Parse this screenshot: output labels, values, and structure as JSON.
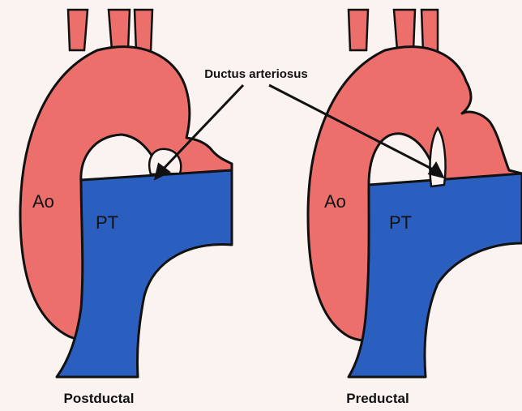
{
  "labels": {
    "ductus": "Ductus arteriosus",
    "left_ao": "Ao",
    "left_pt": "PT",
    "right_ao": "Ao",
    "right_pt": "PT",
    "left_caption": "Postductal",
    "right_caption": "Preductal"
  },
  "colors": {
    "background": "#fbf3ef",
    "aorta": "#ec6f6c",
    "pulmonary_trunk": "#2b5fbf",
    "outline": "#111111"
  }
}
